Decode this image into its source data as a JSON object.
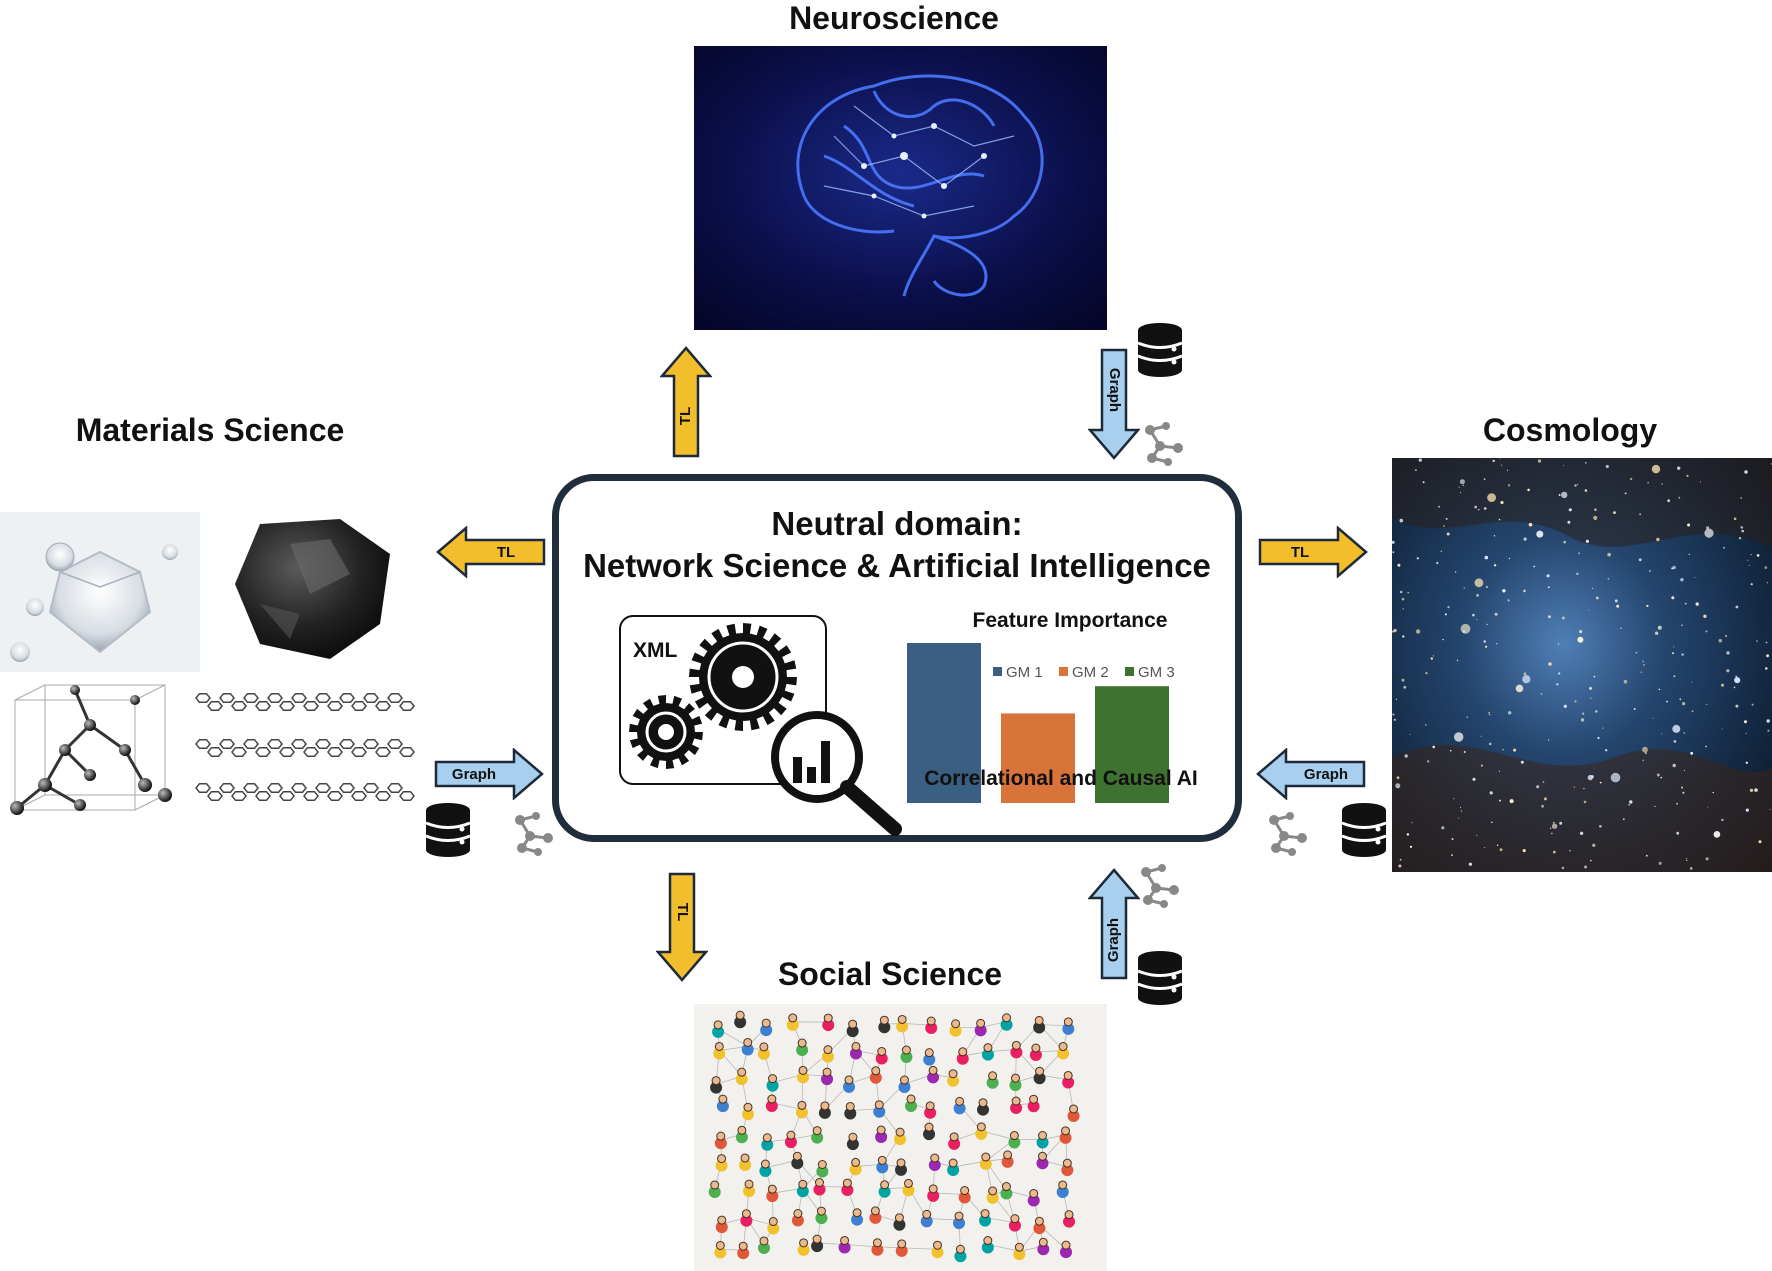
{
  "domains": {
    "neuroscience": "Neuroscience",
    "materials": "Materials Science",
    "cosmology": "Cosmology",
    "social": "Social Science"
  },
  "center": {
    "title_line1": "Neutral domain:",
    "title_line2": "Network Science & Artificial Intelligence",
    "xml_label": "XML",
    "feature_title": "Feature Importance",
    "caption": "Correlational and Causal AI"
  },
  "arrows": {
    "tl": "TL",
    "graph": "Graph"
  },
  "chart_data": {
    "type": "bar",
    "title": "Feature Importance",
    "series": [
      {
        "name": "GM 1",
        "values": [
          1.0
        ]
      },
      {
        "name": "GM 2",
        "values": [
          0.56
        ]
      },
      {
        "name": "GM 3",
        "values": [
          0.73
        ]
      }
    ],
    "ylim": [
      0,
      1
    ],
    "colors": [
      "#3a5f82",
      "#d8733a",
      "#3f7230"
    ]
  },
  "colors": {
    "tl_arrow": "#f2be2c",
    "graph_arrow": "#a9cfee",
    "box_border": "#1f2d3d"
  },
  "icons": [
    "database-icon",
    "graph-network-icon",
    "gear-icon",
    "magnifier-chart-icon",
    "brain-image",
    "galaxy-image",
    "social-network-image",
    "diamond-image",
    "graphite-image",
    "diamond-lattice-image",
    "graphene-layers-image"
  ]
}
